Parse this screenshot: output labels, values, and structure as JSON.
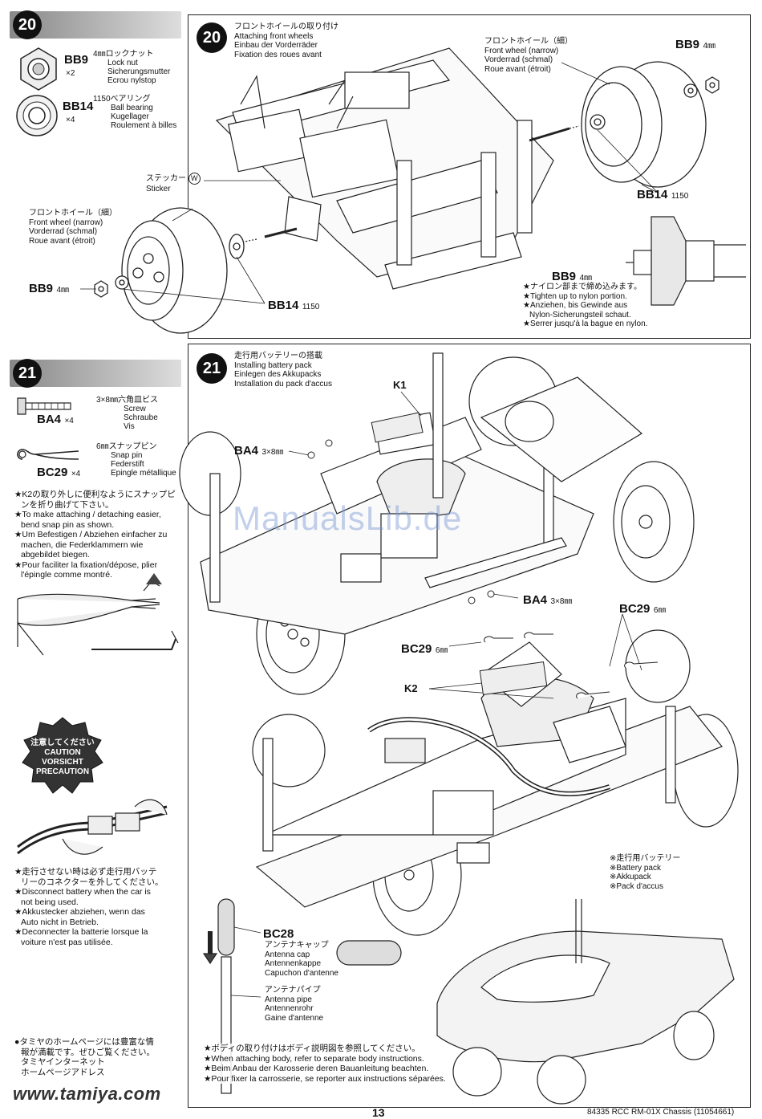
{
  "step20": {
    "number": "20",
    "parts": [
      {
        "code": "BB9",
        "qty": "×2",
        "size": "4㎜",
        "jp": "ロックナット",
        "en": "Lock nut",
        "de": "Sicherungsmutter",
        "fr": "Ecrou nylstop"
      },
      {
        "code": "BB14",
        "qty": "×4",
        "size": "1150",
        "jp": "ベアリング",
        "en": "Ball bearing",
        "de": "Kugellager",
        "fr": "Roulement à billes"
      }
    ],
    "title": {
      "jp": "フロントホイールの取り付け",
      "en": "Attaching front wheels",
      "de": "Einbau der Vorderräder",
      "fr": "Fixation des roues avant"
    },
    "wheel_right": {
      "jp": "フロントホイール（細）",
      "en": "Front wheel (narrow)",
      "de": "Vorderrad (schmal)",
      "fr": "Roue avant (étroit)"
    },
    "wheel_left": {
      "jp": "フロントホイール（細）",
      "en": "Front wheel (narrow)",
      "de": "Vorderrad (schmal)",
      "fr": "Roue avant (étroit)"
    },
    "sticker": {
      "jp": "ステッカー",
      "mark": "W",
      "en": "Sticker"
    },
    "bb9_right": "BB9",
    "bb9_right_size": "4㎜",
    "bb14_right": "BB14",
    "bb14_right_size": "1150",
    "bb9_left": "BB9",
    "bb9_left_size": "4㎜",
    "bb14_left": "BB14",
    "bb14_left_size": "1150",
    "detail_code": "BB9",
    "detail_size": "4㎜",
    "detail_notes": [
      "★ナイロン部まで締め込みます。",
      "★Tighten up to nylon portion.",
      "★Anziehen, bis Gewinde aus",
      "Nylon-Sicherungsteil schaut.",
      "★Serrer jusqu'à la bague en nylon."
    ]
  },
  "step21": {
    "number": "21",
    "parts": [
      {
        "code": "BA4",
        "qty": "×4",
        "size": "3×8㎜",
        "jp": "六角皿ビス",
        "en": "Screw",
        "de": "Schraube",
        "fr": "Vis"
      },
      {
        "code": "BC29",
        "qty": "×4",
        "size": "6㎜",
        "jp": "スナップピン",
        "en": "Snap pin",
        "de": "Federstift",
        "fr": "Epingle métallique"
      }
    ],
    "title": {
      "jp": "走行用バッテリーの搭載",
      "en": "Installing battery pack",
      "de": "Einlegen des Akkupacks",
      "fr": "Installation du pack d'accus"
    },
    "k1": "K1",
    "ba4_a": "BA4",
    "ba4_a_size": "3×8㎜",
    "ba4_b": "BA4",
    "ba4_b_size": "3×8㎜",
    "bc29_a": "BC29",
    "bc29_a_size": "6㎜",
    "bc29_b": "BC29",
    "bc29_b_size": "6㎜",
    "k2": "K2",
    "battery": [
      "※走行用バッテリー",
      "※Battery pack",
      "※Akkupack",
      "※Pack d'accus"
    ],
    "snap_notes": [
      "★K2の取り外しに便利なようにスナップピ",
      "ンを折り曲げて下さい。",
      "★To make attaching / detaching easier,",
      "bend snap pin as shown.",
      "★Um Befestigen / Abziehen einfacher zu",
      "machen, die Federklammern wie",
      "abgebildet biegen.",
      "★Pour faciliter la fixation/dépose, plier",
      "l'épingle comme montré."
    ],
    "caution": [
      "注意してください",
      "CAUTION",
      "VORSICHT",
      "PRECAUTION"
    ],
    "disconnect_notes": [
      "★走行させない時は必ず走行用バッテ",
      "リーのコネクターを外してください。",
      "★Disconnect battery when the car is",
      "not being used.",
      "★Akkustecker abziehen, wenn das",
      "Auto nicht in Betrieb.",
      "★Deconnecter la batterie lorsque la",
      "voiture n'est pas utilisée."
    ],
    "bc28": "BC28",
    "antenna_cap": [
      "アンテナキャップ",
      "Antenna cap",
      "Antennenkappe",
      "Capuchon d'antenne"
    ],
    "antenna_pipe": [
      "アンテナパイプ",
      "Antenna pipe",
      "Antennenrohr",
      "Gaine d'antenne"
    ],
    "body_notes": [
      "★ボディの取り付けはボディ説明図を参照してください。",
      "★When attaching body, refer to separate body instructions.",
      "★Beim Anbau der Karosserie deren Bauanleitung beachten.",
      "★Pour fixer la carrosserie, se reporter aux instructions séparées."
    ]
  },
  "web": {
    "notes": [
      "●タミヤのホームページには豊富な情",
      "報が満載です。ぜひご覧ください。",
      "タミヤインターネット",
      "ホームページアドレス"
    ],
    "url": "www.tamiya.com"
  },
  "watermark": "ManualsLib.de",
  "footer": {
    "page": "13",
    "product": "84335 RCC RM-01X Chassis (11054661)"
  }
}
